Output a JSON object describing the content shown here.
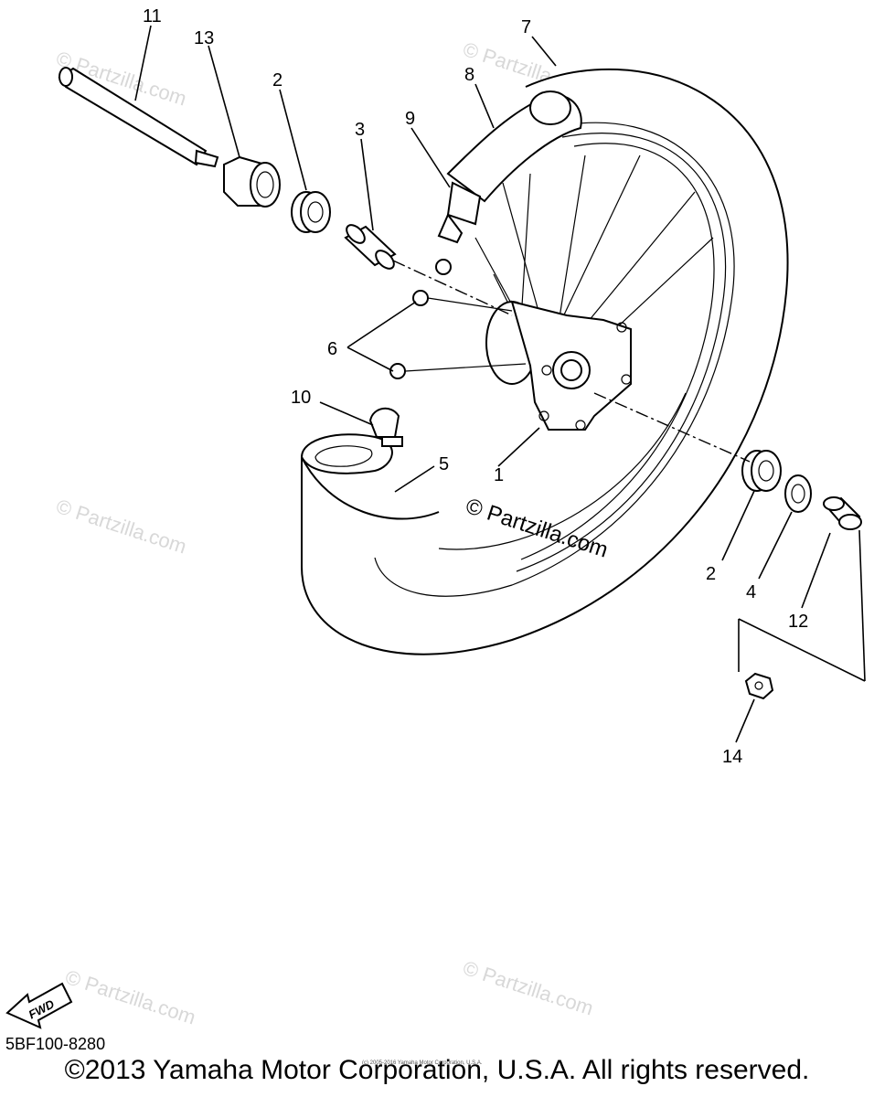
{
  "callouts": [
    {
      "id": "11",
      "label": "11"
    },
    {
      "id": "13",
      "label": "13"
    },
    {
      "id": "2a",
      "label": "2"
    },
    {
      "id": "3",
      "label": "3"
    },
    {
      "id": "9",
      "label": "9"
    },
    {
      "id": "8",
      "label": "8"
    },
    {
      "id": "7",
      "label": "7"
    },
    {
      "id": "6",
      "label": "6"
    },
    {
      "id": "10",
      "label": "10"
    },
    {
      "id": "5",
      "label": "5"
    },
    {
      "id": "1",
      "label": "1"
    },
    {
      "id": "2b",
      "label": "2"
    },
    {
      "id": "4",
      "label": "4"
    },
    {
      "id": "12",
      "label": "12"
    },
    {
      "id": "14",
      "label": "14"
    }
  ],
  "watermarks": {
    "main": "© Partzilla.com",
    "faint": "© Partzilla.com"
  },
  "fwd_label": "FWD",
  "diagram_code": "5BF100-8280",
  "copyright": "©2013 Yamaha Motor Corporation, U.S.A. All rights reserved.",
  "small_copyright": "(c) 2005-2016 Yamaha Motor Corporation, U.S.A."
}
